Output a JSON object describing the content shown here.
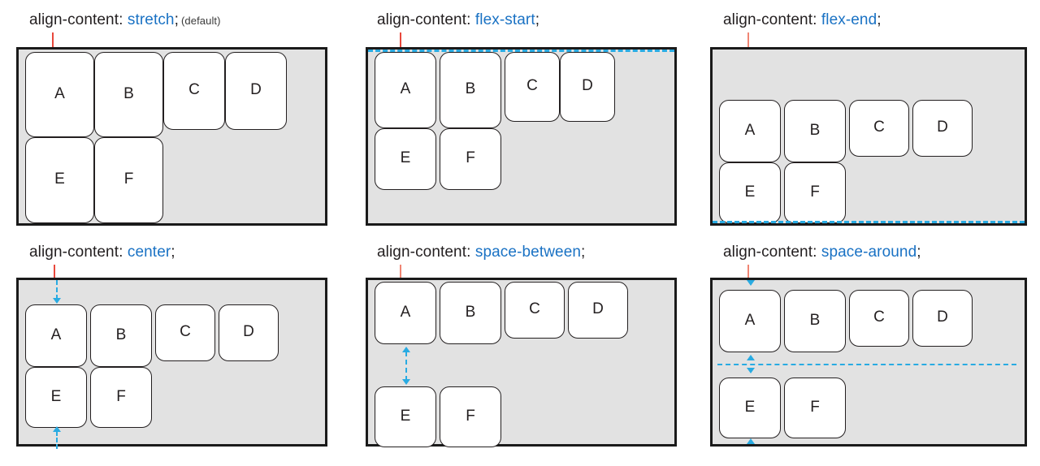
{
  "page": {
    "topic": "align-content",
    "property_name": "align-content:",
    "semicolon": ";",
    "item_labels": [
      "A",
      "B",
      "C",
      "D",
      "E",
      "F"
    ],
    "colors": {
      "value_blue": "#1a72c4",
      "guide_cyan": "#29abe2",
      "pointer_red": "#e8483c",
      "pointer_salmon": "#f08573",
      "container_fill": "#e2e2e2",
      "container_border": "#1a1a1a",
      "item_fill": "#ffffff",
      "item_border": "#231f20",
      "text": "#231f20"
    }
  },
  "panels": [
    {
      "id": "stretch",
      "property": "align-content:",
      "value": "stretch",
      "semicolon": ";",
      "note": "(default)",
      "items": [
        "A",
        "B",
        "C",
        "D",
        "E",
        "F"
      ]
    },
    {
      "id": "flex-start",
      "property": "align-content:",
      "value": "flex-start",
      "semicolon": ";",
      "note": "",
      "items": [
        "A",
        "B",
        "C",
        "D",
        "E",
        "F"
      ]
    },
    {
      "id": "flex-end",
      "property": "align-content:",
      "value": "flex-end",
      "semicolon": ";",
      "note": "",
      "items": [
        "A",
        "B",
        "C",
        "D",
        "E",
        "F"
      ]
    },
    {
      "id": "center",
      "property": "align-content:",
      "value": "center",
      "semicolon": ";",
      "note": "",
      "items": [
        "A",
        "B",
        "C",
        "D",
        "E",
        "F"
      ]
    },
    {
      "id": "space-between",
      "property": "align-content:",
      "value": "space-between",
      "semicolon": ";",
      "note": "",
      "items": [
        "A",
        "B",
        "C",
        "D",
        "E",
        "F"
      ]
    },
    {
      "id": "space-around",
      "property": "align-content:",
      "value": "space-around",
      "semicolon": ";",
      "note": "",
      "items": [
        "A",
        "B",
        "C",
        "D",
        "E",
        "F"
      ]
    }
  ]
}
